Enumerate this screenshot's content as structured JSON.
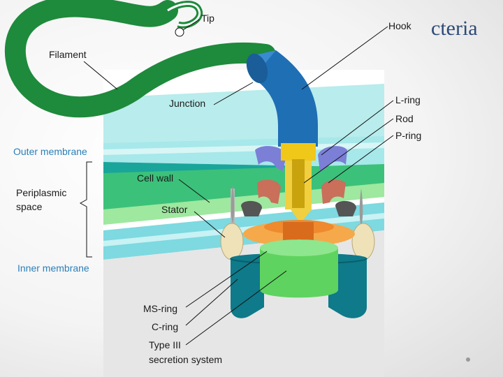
{
  "slide": {
    "title_fragment": "cteria",
    "colors": {
      "filament": "#1e8a3c",
      "hook": "#1f6fb5",
      "membrane_band": "#8fe0e0",
      "cell_wall": "#3cc17a",
      "inner_membrane": "#7ed9e0",
      "c_ring": "#0e7a8a",
      "ms_ring": "#5fd35f",
      "rod": "#f0c81a",
      "l_ring": "#7b7fd6",
      "p_ring": "#c96f5a",
      "stator": "#efe2b8"
    }
  },
  "diagram": {
    "labels": {
      "tip": "Tip",
      "hook": "Hook",
      "filament": "Filament",
      "junction": "Junction",
      "l_ring": "L-ring",
      "rod": "Rod",
      "p_ring": "P-ring",
      "outer_membrane": "Outer membrane",
      "cell_wall": "Cell wall",
      "periplasmic_line1": "Periplasmic",
      "periplasmic_line2": "space",
      "stator": "Stator",
      "inner_membrane": "Inner membrane",
      "ms_ring": "MS-ring",
      "c_ring": "C-ring",
      "type3_line1": "Type III",
      "type3_line2": "secretion system"
    }
  }
}
